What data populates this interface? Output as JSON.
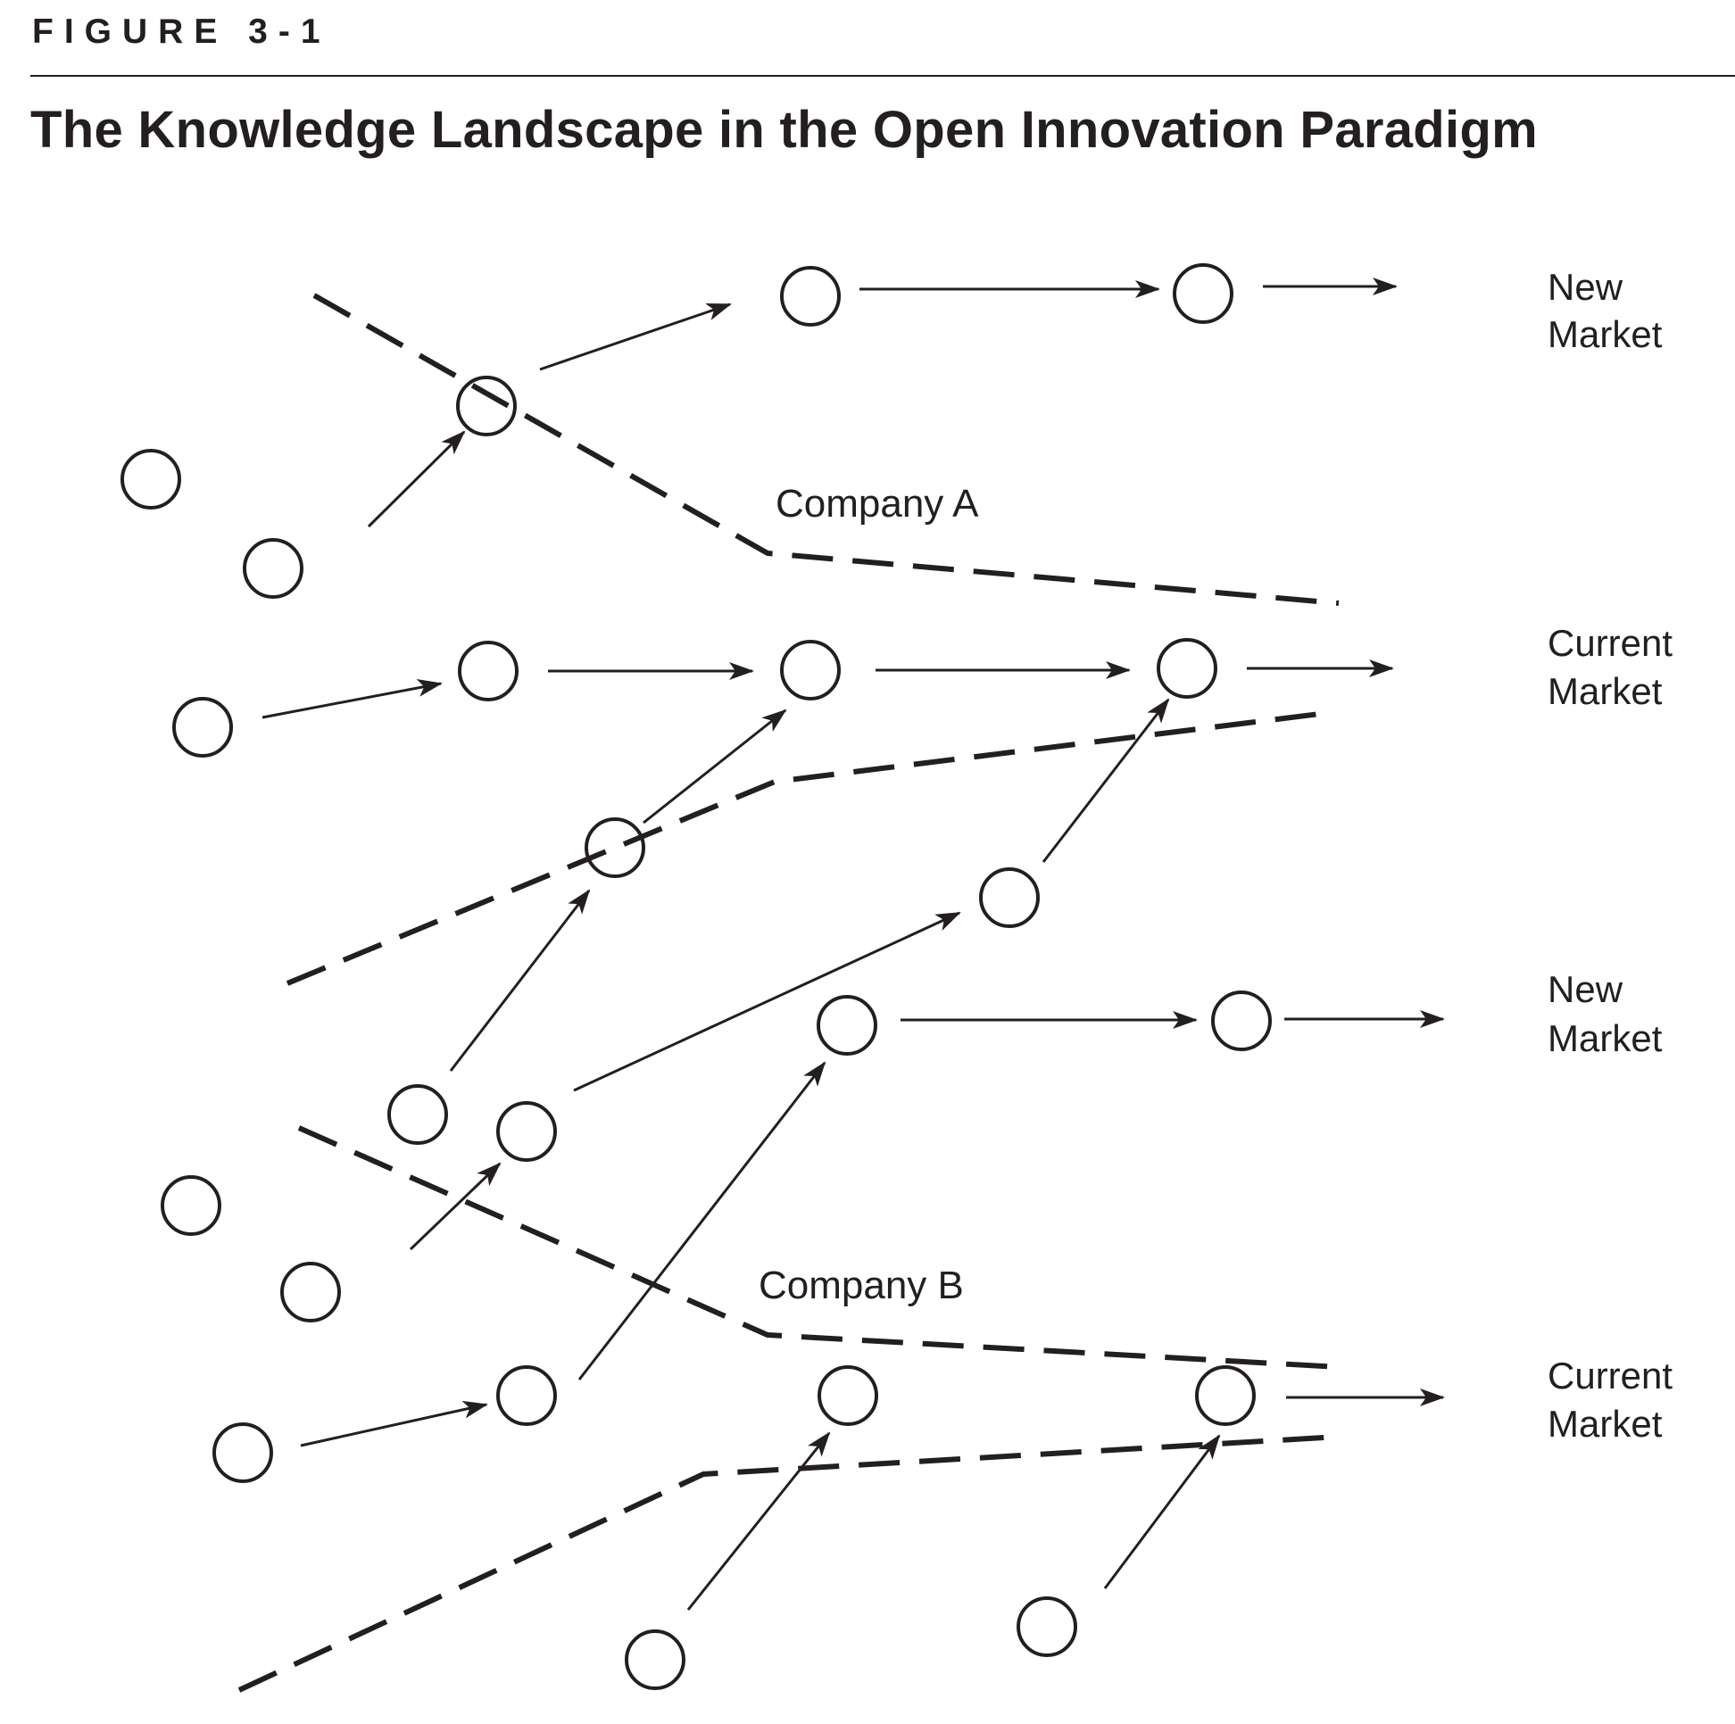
{
  "figure_label": "FIGURE 3-1",
  "title": "The Knowledge Landscape in the Open Innovation Paradigm",
  "companies": [
    "Company A",
    "Company B"
  ],
  "markets": [
    {
      "line1": "New",
      "line2": "Market"
    },
    {
      "line1": "Current",
      "line2": "Market"
    },
    {
      "line1": "New",
      "line2": "Market"
    },
    {
      "line1": "Current",
      "line2": "Market"
    }
  ]
}
